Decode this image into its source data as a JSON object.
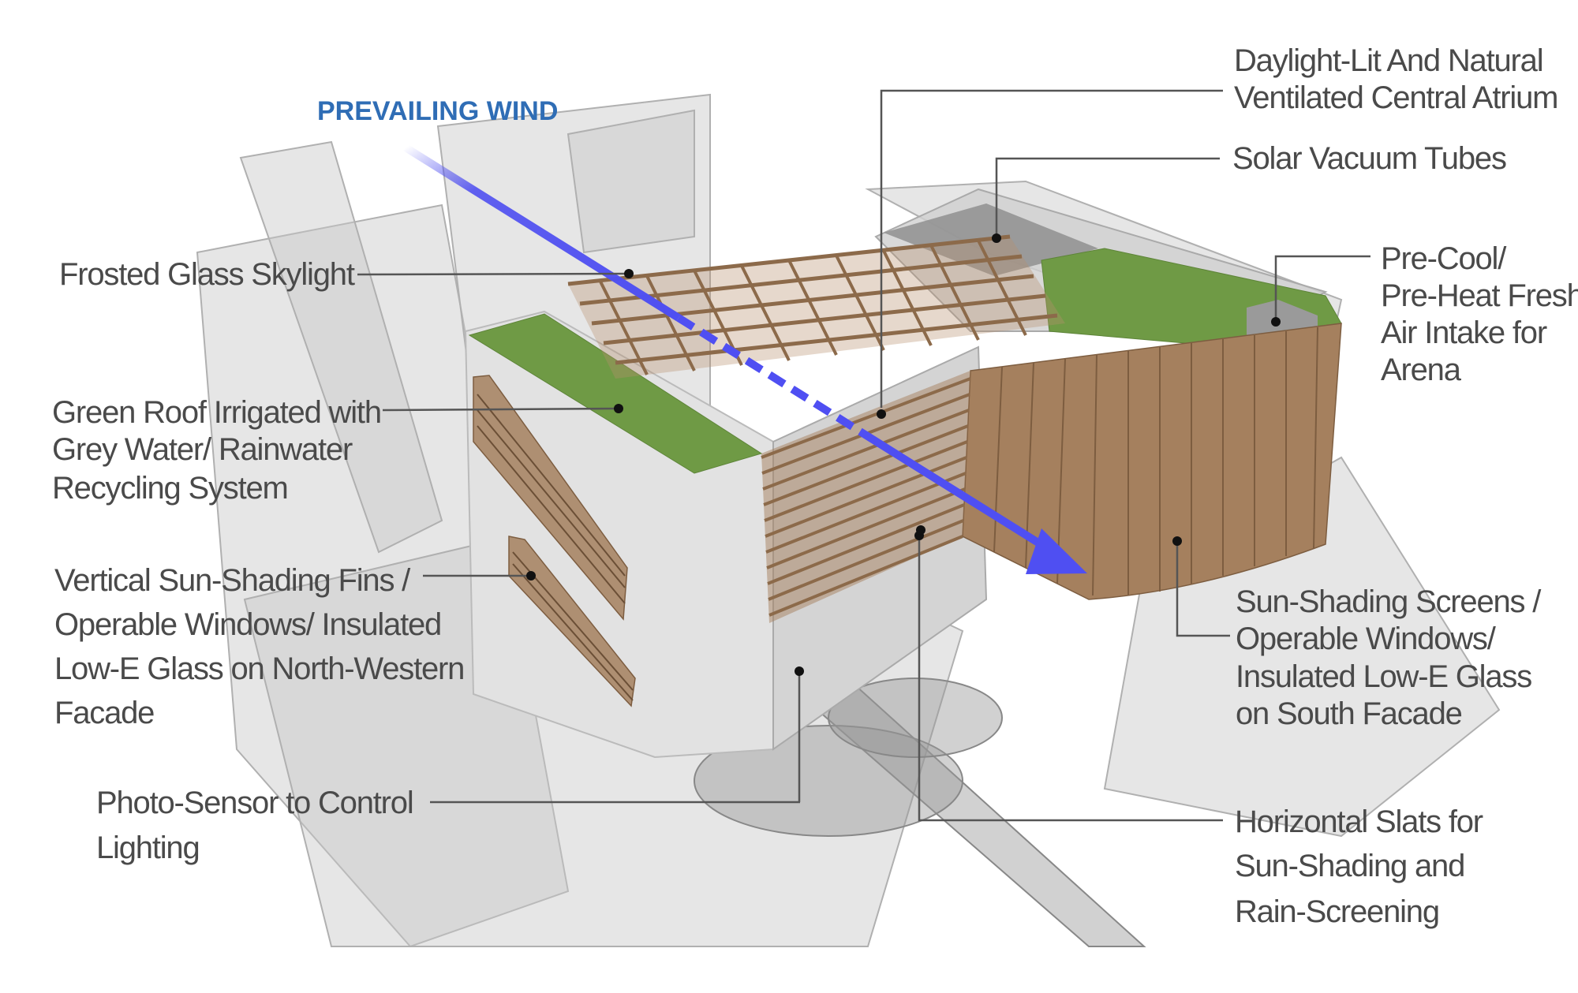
{
  "title": "PREVAILING WIND",
  "colors": {
    "wind": "#2f6db5",
    "arrow": "#5050f0",
    "text": "#4a4a4a",
    "leader": "#555555"
  },
  "labels": {
    "atrium": [
      "Daylight-Lit And Natural",
      "Ventilated Central Atrium"
    ],
    "solar": [
      "Solar Vacuum Tubes"
    ],
    "precool": [
      "Pre-Cool/",
      "Pre-Heat Fresh",
      "Air Intake for",
      "Arena"
    ],
    "skylight": [
      "Frosted Glass Skylight"
    ],
    "green_roof": [
      "Green Roof Irrigated with",
      "Grey Water/ Rainwater",
      "Recycling System"
    ],
    "fins": [
      "Vertical  Sun-Shading Fins /",
      "Operable Windows/ Insulated",
      "Low-E Glass  on North-Western",
      "Facade"
    ],
    "photo_sensor": [
      "Photo-Sensor to Control",
      "Lighting"
    ],
    "screens": [
      "Sun-Shading  Screens /",
      "Operable Windows/",
      "Insulated Low-E Glass",
      "on South Facade"
    ],
    "slats": [
      "Horizontal Slats for",
      "Sun-Shading and",
      "Rain-Screening"
    ]
  }
}
